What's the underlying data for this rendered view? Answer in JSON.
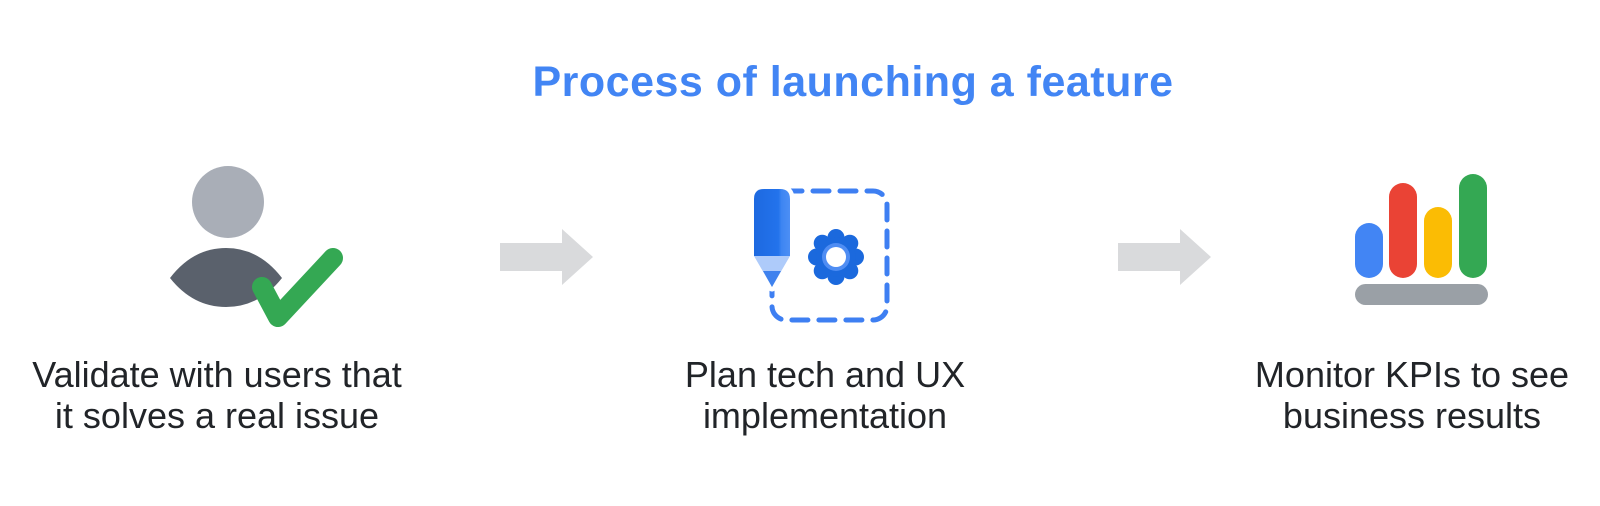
{
  "title": {
    "text": "Process of launching a feature"
  },
  "steps": [
    {
      "name": "validate",
      "icon": "person-check-icon",
      "lines": [
        "Validate with users that",
        "it solves a real issue"
      ]
    },
    {
      "name": "plan",
      "icon": "pencil-gear-icon",
      "lines": [
        "Plan tech and UX",
        "implementation"
      ]
    },
    {
      "name": "monitor",
      "icon": "bar-chart-icon",
      "lines": [
        "Monitor KPIs to see",
        "business results"
      ]
    }
  ],
  "arrows": {
    "count": 2,
    "direction": "right"
  },
  "colors": {
    "title_blue": "#4285F4",
    "text_dark": "#212428",
    "arrow_gray": "#D9DADC",
    "head_gray": "#A9AEB7",
    "body_slate": "#5A616C",
    "check_green": "#34A853",
    "pencil_wood": "#AECBFA",
    "pencil_tip": "#3F82EE",
    "dash_blue": "#3E7FF2",
    "gear_blue": "#1B69DD",
    "gear_ring": "#4F8DF3",
    "bar_blue": "#4285F4",
    "bar_red": "#EA4335",
    "bar_yellow": "#FBBC04",
    "bar_green": "#34A853",
    "base_gray": "#9AA0A6"
  }
}
